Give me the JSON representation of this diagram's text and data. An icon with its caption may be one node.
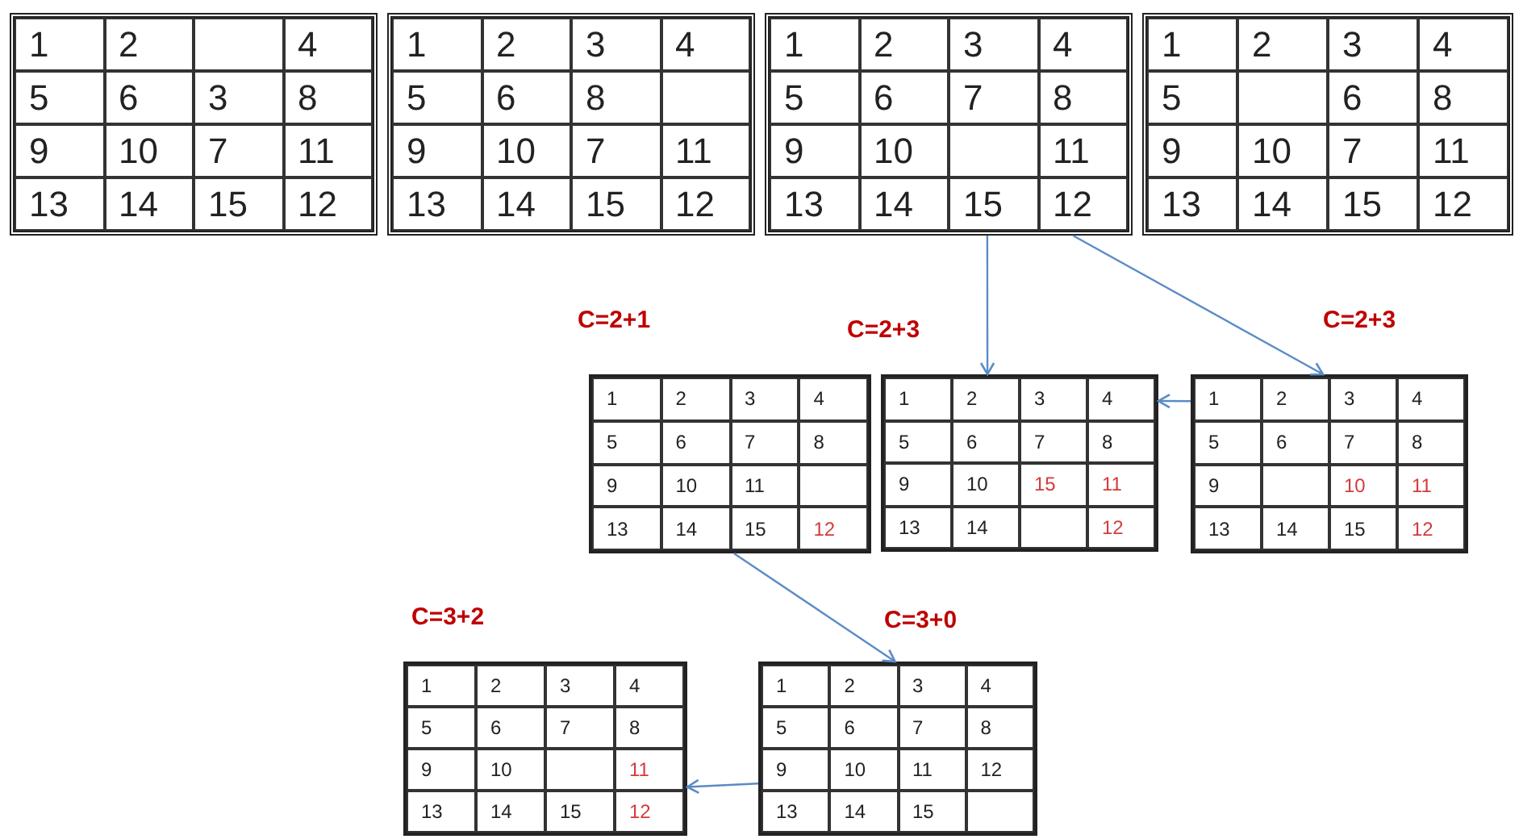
{
  "diagram": {
    "nodes": [
      {
        "text": [],
        "shape": "box"
      },
      {
        "text": [
          "1"
        ],
        "in": 0
      },
      {
        "text": [
          "2"
        ],
        "in": 0
      },
      {
        "text": [],
        "shape": "box",
        "in": 0
      },
      {
        "text": [
          "4"
        ],
        "in": 0
      },
      {
        "text": [
          "5"
        ],
        "in": 0
      },
      {
        "text": [
          "6"
        ],
        "in": 0
      },
      {
        "text": [
          "3"
        ],
        "in": 0
      },
      {
        "text": [
          "8"
        ],
        "in": 0
      },
      {
        "text": [
          "9"
        ],
        "in": 0
      },
      {
        "text": [
          "10"
        ],
        "in": 0
      },
      {
        "text": [
          "7"
        ],
        "in": 0
      },
      {
        "text": [
          "11"
        ],
        "in": 0
      },
      {
        "text": [
          "13"
        ],
        "in": 0
      },
      {
        "text": [
          "14"
        ],
        "in": 0
      },
      {
        "text": [
          "15"
        ],
        "in": 0
      },
      {
        "text": [
          "12"
        ],
        "in": 0
      },
      {
        "text": [],
        "shape": "box"
      },
      {
        "text": [
          "1"
        ],
        "in": 17
      },
      {
        "text": [
          "2"
        ],
        "in": 17
      },
      {
        "text": [
          "3"
        ],
        "in": 17
      },
      {
        "text": [
          "4"
        ],
        "in": 17
      },
      {
        "text": [
          "5"
        ],
        "in": 17
      },
      {
        "text": [
          "6"
        ],
        "in": 17
      },
      {
        "text": [
          "8"
        ],
        "in": 17
      },
      {
        "text": [],
        "shape": "box",
        "in": 17
      },
      {
        "text": [
          "9"
        ],
        "in": 17
      },
      {
        "text": [
          "10"
        ],
        "in": 17
      },
      {
        "text": [
          "7"
        ],
        "in": 17
      },
      {
        "text": [
          "11"
        ],
        "in": 17
      },
      {
        "text": [
          "13"
        ],
        "in": 17
      },
      {
        "text": [
          "14"
        ],
        "in": 17
      },
      {
        "text": [
          "15"
        ],
        "in": 17
      },
      {
        "text": [
          "12"
        ],
        "in": 17
      },
      {
        "text": [],
        "shape": "box"
      },
      {
        "text": [
          "1"
        ],
        "in": 34
      },
      {
        "text": [
          "2"
        ],
        "in": 34
      },
      {
        "text": [
          "3"
        ],
        "in": 34
      },
      {
        "text": [
          "4"
        ],
        "in": 34
      },
      {
        "text": [
          "5"
        ],
        "in": 34
      },
      {
        "text": [
          "6"
        ],
        "in": 34
      },
      {
        "text": [
          "7"
        ],
        "in": 34
      },
      {
        "text": [
          "8"
        ],
        "in": 34
      },
      {
        "text": [
          "9"
        ],
        "in": 34
      },
      {
        "text": [
          "10"
        ],
        "in": 34
      },
      {
        "text": [],
        "shape": "box",
        "in": 34
      },
      {
        "text": [
          "11"
        ],
        "in": 34
      },
      {
        "text": [
          "13"
        ],
        "in": 34
      },
      {
        "text": [
          "14"
        ],
        "in": 34
      },
      {
        "text": [
          "15"
        ],
        "in": 34
      },
      {
        "text": [
          "12"
        ],
        "in": 34
      },
      {
        "text": [],
        "shape": "box"
      },
      {
        "text": [
          "1"
        ],
        "in": 51
      },
      {
        "text": [
          "2"
        ],
        "in": 51
      },
      {
        "text": [
          "3"
        ],
        "in": 51
      },
      {
        "text": [
          "4"
        ],
        "in": 51
      },
      {
        "text": [
          "5"
        ],
        "in": 51
      },
      {
        "text": [],
        "shape": "box",
        "in": 51
      },
      {
        "text": [
          "6"
        ],
        "in": 51
      },
      {
        "text": [
          "8"
        ],
        "in": 51
      },
      {
        "text": [
          "9"
        ],
        "in": 51
      },
      {
        "text": [
          "10"
        ],
        "in": 51
      },
      {
        "text": [
          "7"
        ],
        "in": 51
      },
      {
        "text": [
          "11"
        ],
        "in": 51
      },
      {
        "text": [
          "13"
        ],
        "in": 51
      },
      {
        "text": [
          "14"
        ],
        "in": 51
      },
      {
        "text": [
          "15"
        ],
        "in": 51
      },
      {
        "text": [
          "12"
        ],
        "in": 51
      },
      {
        "text": [],
        "shape": "box",
        "beside": [
          "C=2+1"
        ]
      },
      {
        "text": [
          "1"
        ],
        "in": 68
      },
      {
        "text": [
          "2"
        ],
        "in": 68
      },
      {
        "text": [
          "3"
        ],
        "in": 68
      },
      {
        "text": [
          "4"
        ],
        "in": 68
      },
      {
        "text": [
          "5"
        ],
        "in": 68
      },
      {
        "text": [
          "6"
        ],
        "in": 68
      },
      {
        "text": [
          "7"
        ],
        "in": 68
      },
      {
        "text": [
          "8"
        ],
        "in": 68
      },
      {
        "text": [
          "9"
        ],
        "in": 68
      },
      {
        "text": [
          "10"
        ],
        "in": 68
      },
      {
        "text": [
          "11"
        ],
        "in": 68
      },
      {
        "text": [],
        "shape": "box",
        "in": 68
      },
      {
        "text": [
          "13"
        ],
        "in": 68
      },
      {
        "text": [
          "14"
        ],
        "in": 68
      },
      {
        "text": [
          "15"
        ],
        "in": 68
      },
      {
        "text": [
          "12"
        ],
        "in": 68
      },
      {
        "text": [],
        "shape": "box",
        "beside": [
          "C=2+3"
        ]
      },
      {
        "text": [
          "1"
        ],
        "in": 85
      },
      {
        "text": [
          "2"
        ],
        "in": 85
      },
      {
        "text": [
          "3"
        ],
        "in": 85
      },
      {
        "text": [
          "4"
        ],
        "in": 85
      },
      {
        "text": [
          "5"
        ],
        "in": 85
      },
      {
        "text": [
          "6"
        ],
        "in": 85
      },
      {
        "text": [
          "7"
        ],
        "in": 85
      },
      {
        "text": [
          "8"
        ],
        "in": 85
      },
      {
        "text": [
          "9"
        ],
        "in": 85
      },
      {
        "text": [
          "10"
        ],
        "in": 85
      },
      {
        "text": [
          "15"
        ],
        "in": 85
      },
      {
        "text": [
          "11"
        ],
        "in": 85
      },
      {
        "text": [
          "13"
        ],
        "in": 85
      },
      {
        "text": [
          "14"
        ],
        "in": 85
      },
      {
        "text": [],
        "shape": "box",
        "in": 85
      },
      {
        "text": [
          "12"
        ],
        "in": 85
      },
      {
        "text": [],
        "shape": "box",
        "beside": [
          "C=2+3"
        ]
      },
      {
        "text": [
          "1"
        ],
        "in": 102
      },
      {
        "text": [
          "2"
        ],
        "in": 102
      },
      {
        "text": [
          "3"
        ],
        "in": 102
      },
      {
        "text": [
          "4"
        ],
        "in": 102
      },
      {
        "text": [
          "5"
        ],
        "in": 102
      },
      {
        "text": [
          "6"
        ],
        "in": 102
      },
      {
        "text": [
          "7"
        ],
        "in": 102
      },
      {
        "text": [
          "8"
        ],
        "in": 102
      },
      {
        "text": [
          "9"
        ],
        "in": 102
      },
      {
        "text": [],
        "shape": "box",
        "in": 102
      },
      {
        "text": [
          "10"
        ],
        "in": 102
      },
      {
        "text": [
          "11"
        ],
        "in": 102
      },
      {
        "text": [
          "13"
        ],
        "in": 102
      },
      {
        "text": [
          "14"
        ],
        "in": 102
      },
      {
        "text": [
          "15"
        ],
        "in": 102
      },
      {
        "text": [
          "12"
        ],
        "in": 102
      },
      {
        "text": [],
        "shape": "box",
        "beside": [
          "C=3+2"
        ]
      },
      {
        "text": [
          "1"
        ],
        "in": 119
      },
      {
        "text": [
          "2"
        ],
        "in": 119
      },
      {
        "text": [
          "3"
        ],
        "in": 119
      },
      {
        "text": [
          "4"
        ],
        "in": 119
      },
      {
        "text": [
          "5"
        ],
        "in": 119
      },
      {
        "text": [
          "6"
        ],
        "in": 119
      },
      {
        "text": [
          "7"
        ],
        "in": 119
      },
      {
        "text": [
          "8"
        ],
        "in": 119
      },
      {
        "text": [
          "9"
        ],
        "in": 119
      },
      {
        "text": [
          "10"
        ],
        "in": 119
      },
      {
        "text": [],
        "shape": "box",
        "in": 119
      },
      {
        "text": [
          "11"
        ],
        "in": 119
      },
      {
        "text": [
          "13"
        ],
        "in": 119
      },
      {
        "text": [
          "14"
        ],
        "in": 119
      },
      {
        "text": [
          "15"
        ],
        "in": 119
      },
      {
        "text": [
          "12"
        ],
        "in": 119
      },
      {
        "text": [],
        "shape": "box",
        "beside": [
          "C=3+0"
        ]
      },
      {
        "text": [
          "1"
        ],
        "in": 136
      },
      {
        "text": [
          "2"
        ],
        "in": 136
      },
      {
        "text": [
          "3"
        ],
        "in": 136
      },
      {
        "text": [
          "4"
        ],
        "in": 136
      },
      {
        "text": [
          "5"
        ],
        "in": 136
      },
      {
        "text": [
          "6"
        ],
        "in": 136
      },
      {
        "text": [
          "7"
        ],
        "in": 136
      },
      {
        "text": [
          "8"
        ],
        "in": 136
      },
      {
        "text": [
          "9"
        ],
        "in": 136
      },
      {
        "text": [
          "10"
        ],
        "in": 136
      },
      {
        "text": [
          "11"
        ],
        "in": 136
      },
      {
        "text": [
          "12"
        ],
        "in": 136
      },
      {
        "text": [
          "13"
        ],
        "in": 136
      },
      {
        "text": [
          "14"
        ],
        "in": 136
      },
      {
        "text": [
          "15"
        ],
        "in": 136
      },
      {
        "text": [],
        "shape": "box",
        "in": 136
      }
    ],
    "edges": [
      {
        "from": 34,
        "to": 85,
        "arrow": "to"
      },
      {
        "from": 34,
        "to": 102,
        "arrow": "to"
      },
      {
        "from": 102,
        "to": 85,
        "arrow": "to"
      },
      {
        "from": 68,
        "to": 136,
        "arrow": "to"
      },
      {
        "from": 136,
        "to": 119,
        "arrow": "to"
      }
    ]
  }
}
